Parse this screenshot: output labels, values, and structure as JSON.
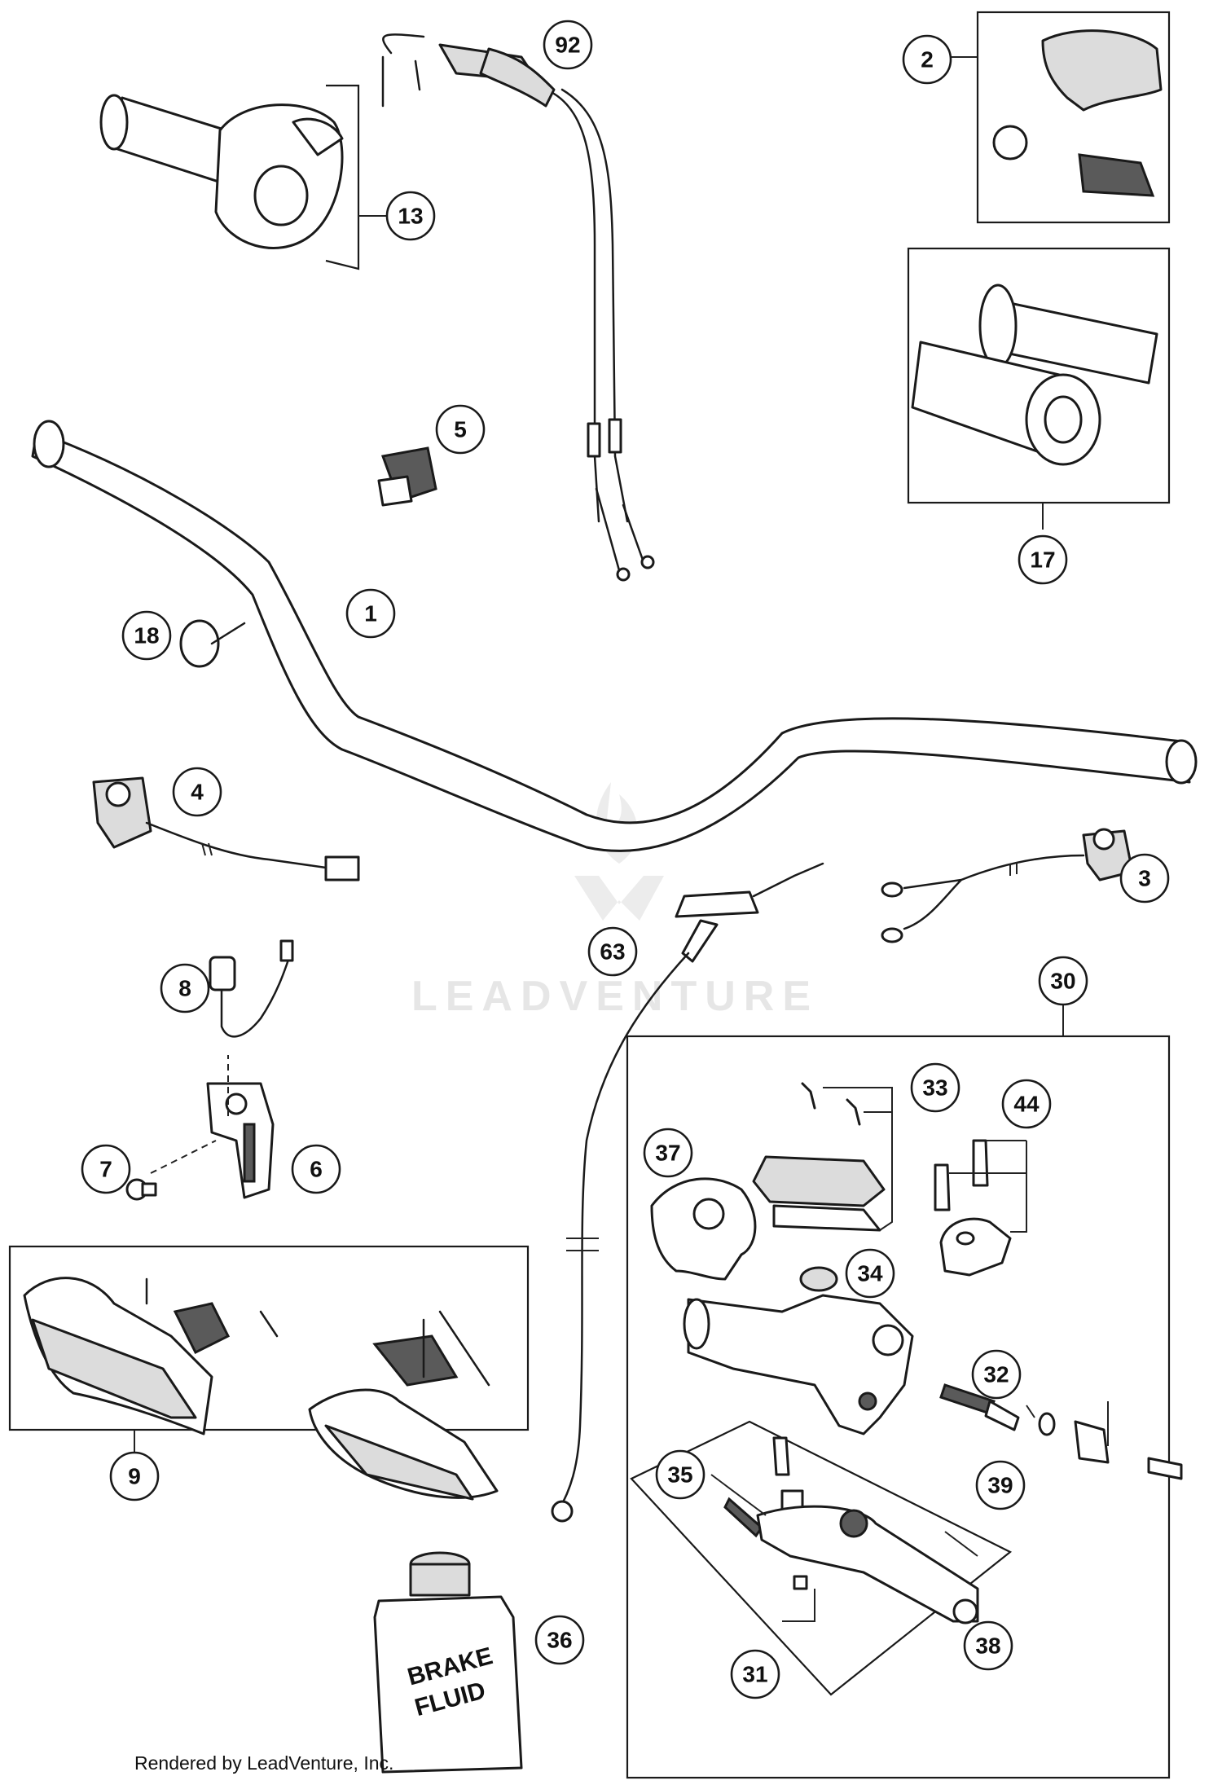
{
  "callouts": {
    "c92": "92",
    "c2": "2",
    "c13": "13",
    "c5": "5",
    "c17": "17",
    "c1": "1",
    "c18": "18",
    "c4": "4",
    "c3": "3",
    "c63": "63",
    "c8": "8",
    "c30": "30",
    "c7": "7",
    "c6": "6",
    "c33": "33",
    "c44": "44",
    "c37": "37",
    "c34": "34",
    "c9": "9",
    "c32": "32",
    "c39": "39",
    "c35": "35",
    "c38": "38",
    "c31": "31",
    "c36": "36"
  },
  "bottle": {
    "line1": "BRAKE",
    "line2": "FLUID"
  },
  "watermark": "LEADVENTURE",
  "credit": "Rendered by LeadVenture, Inc.",
  "icons": {
    "watermark_logo": "flame-logo-icon"
  }
}
